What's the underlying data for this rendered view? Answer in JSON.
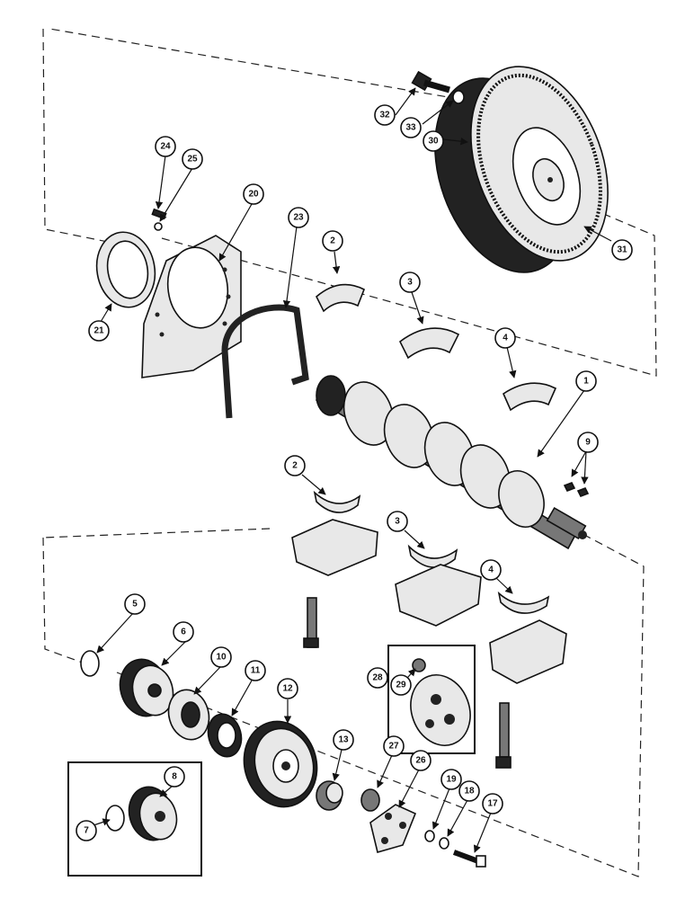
{
  "callouts": {
    "c1": "1",
    "c2a": "2",
    "c2b": "2",
    "c3a": "3",
    "c3b": "3",
    "c4a": "4",
    "c4b": "4",
    "c5": "5",
    "c6": "6",
    "c7": "7",
    "c8": "8",
    "c9": "9",
    "c10": "10",
    "c11": "11",
    "c12": "12",
    "c13": "13",
    "c17": "17",
    "c18": "18",
    "c19": "19",
    "c20": "20",
    "c21": "21",
    "c23": "23",
    "c24": "24",
    "c25": "25",
    "c26": "26",
    "c27": "27",
    "c28": "28",
    "c29": "29",
    "c30": "30",
    "c31": "31",
    "c32": "32",
    "c33": "33"
  }
}
